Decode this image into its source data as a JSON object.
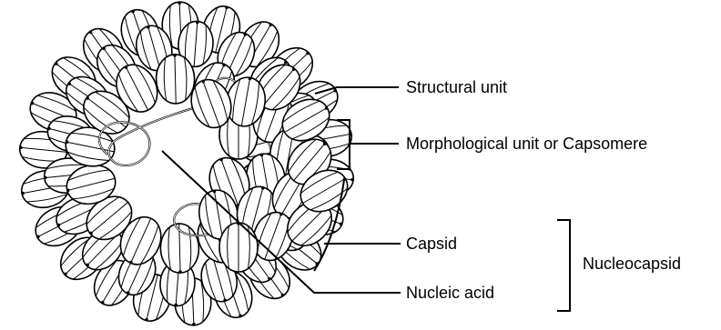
{
  "diagram": {
    "labels": {
      "structural_unit": "Structural unit",
      "morphological_unit": "Morphological unit or Capsomere",
      "capsid": "Capsid",
      "nucleic_acid": "Nucleic acid",
      "nucleocapsid": "Nucleocapsid"
    },
    "colors": {
      "line": "#000000",
      "fill": "#ffffff"
    }
  }
}
